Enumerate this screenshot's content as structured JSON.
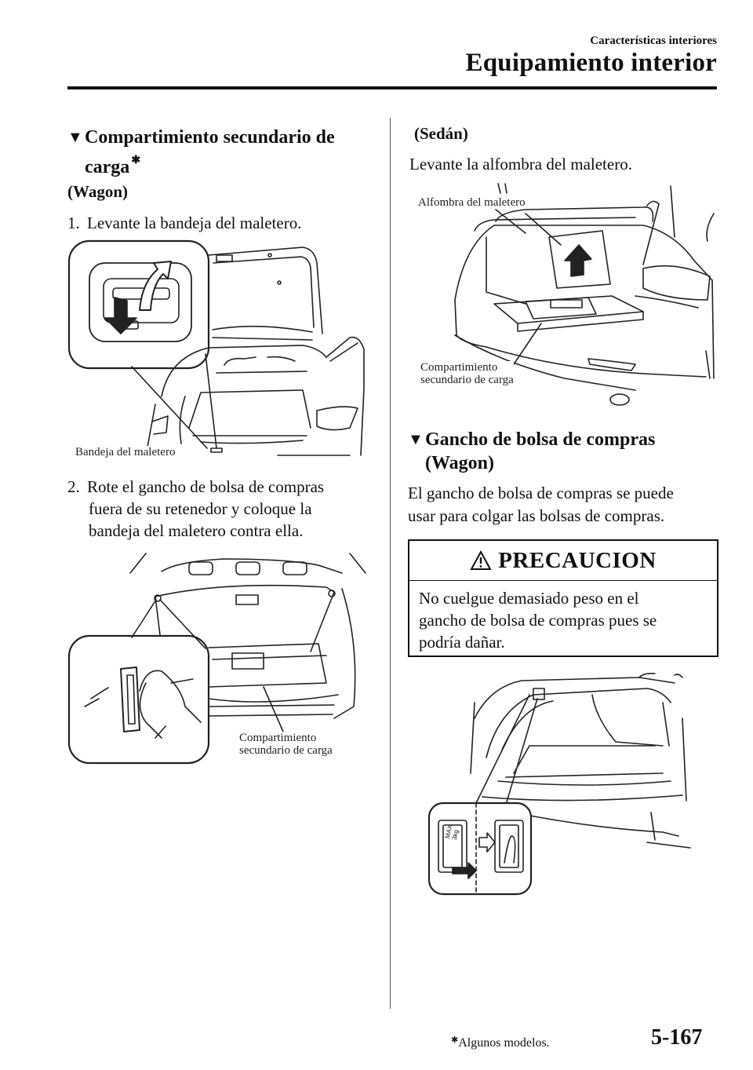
{
  "header": {
    "section": "Características interiores",
    "title": "Equipamiento interior"
  },
  "left": {
    "heading": {
      "line1": "Compartimiento secundario de",
      "line2": "carga",
      "marker": "✱"
    },
    "variant_wagon": "(Wagon)",
    "step1": {
      "number": "1.",
      "text": "Levante la bandeja del maletero."
    },
    "fig1_label": "Bandeja del maletero",
    "step2": {
      "number": "2.",
      "line1": "Rote el gancho de bolsa de compras",
      "line2": "fuera de su retenedor y coloque la",
      "line3": "bandeja del maletero contra ella."
    },
    "fig2_label_line1": "Compartimiento",
    "fig2_label_line2": "secundario de carga"
  },
  "right": {
    "variant_sedan": "(Sedán)",
    "sedan_text": "Levante la alfombra del maletero.",
    "fig3_label_top": "Alfombra del maletero",
    "fig3_label_line1": "Compartimiento",
    "fig3_label_line2": "secundario de carga",
    "heading2": {
      "line1": "Gancho de bolsa de compras",
      "line2": "(Wagon)"
    },
    "hook_text": {
      "line1": "El gancho de bolsa de compras se puede",
      "line2": "usar para colgar las bolsas de compras."
    },
    "caution": {
      "title": "PRECAUCION",
      "line1": "No cuelgue demasiado peso en el",
      "line2": "gancho de bolsa de compras pues se",
      "line3": "podría dañar."
    },
    "fig4_max_label": "MAX",
    "fig4_weight_label": "3kg"
  },
  "footer": {
    "marker": "✱",
    "note": "Algunos modelos.",
    "page": "5-167"
  }
}
